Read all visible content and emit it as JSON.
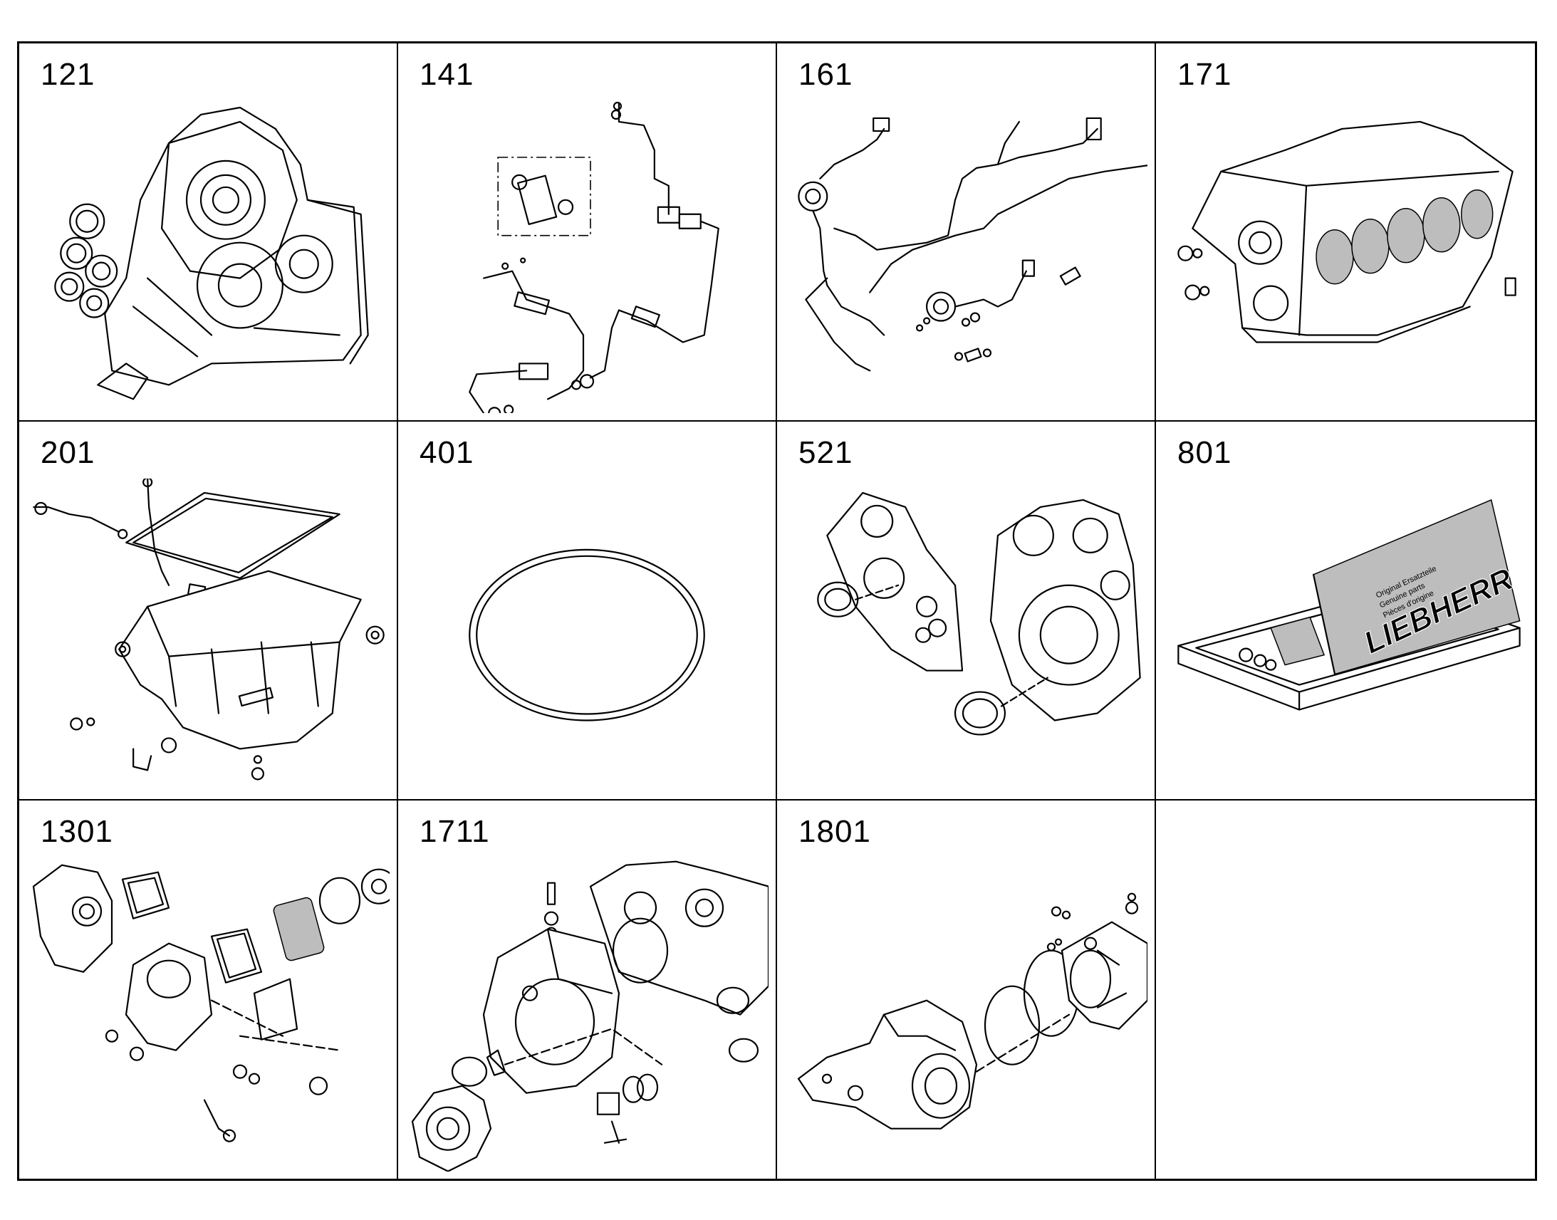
{
  "cells": [
    {
      "label": "121",
      "part": "timing-housing"
    },
    {
      "label": "141",
      "part": "pipe-assembly"
    },
    {
      "label": "161",
      "part": "hose-assembly"
    },
    {
      "label": "171",
      "part": "engine-block"
    },
    {
      "label": "201",
      "part": "oil-pan"
    },
    {
      "label": "401",
      "part": "seal-ring"
    },
    {
      "label": "521",
      "part": "flywheel-housing"
    },
    {
      "label": "801",
      "part": "gasket-kit-box"
    },
    {
      "label": "1301",
      "part": "oil-filter-assembly"
    },
    {
      "label": "1711",
      "part": "pump-assembly"
    },
    {
      "label": "1801",
      "part": "drive-housing"
    },
    {
      "label": "",
      "part": "empty"
    }
  ],
  "kit_box": {
    "brand": "LIEBHERR",
    "card_lines": [
      "Original Ersatzteile",
      "Genuine parts",
      "Pièces d'origine"
    ]
  }
}
